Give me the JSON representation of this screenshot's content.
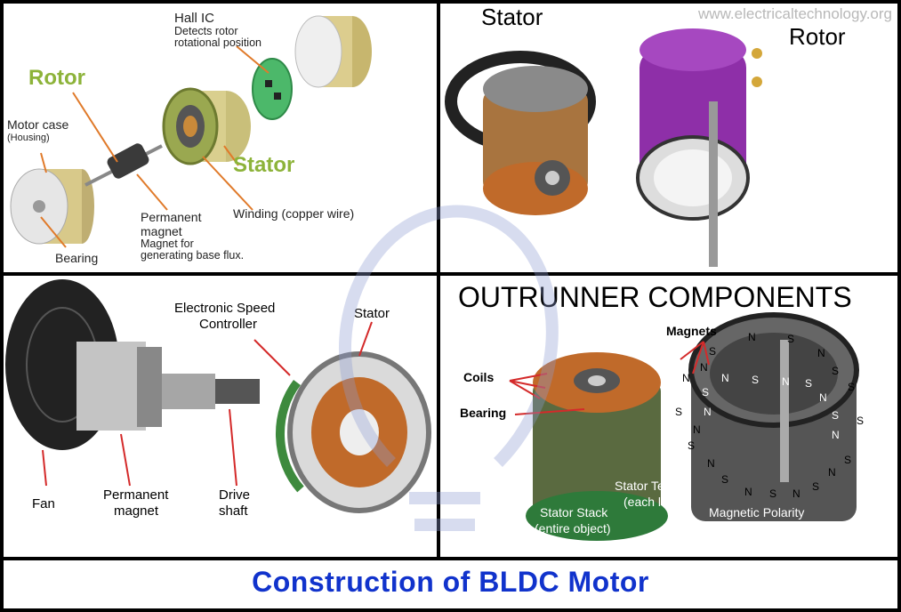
{
  "watermark": "www.electricaltechnology.org",
  "caption": "Construction of BLDC Motor",
  "panel1": {
    "hall_ic": "Hall IC",
    "hall_ic_desc_1": "Detects rotor",
    "hall_ic_desc_2": "rotational position",
    "rotor": "Rotor",
    "motor_case": "Motor case",
    "housing": "(Housing)",
    "stator": "Stator",
    "permanent_magnet_1": "Permanent",
    "permanent_magnet_2": "magnet",
    "magnet_desc_1": "Magnet for",
    "magnet_desc_2": "generating base flux.",
    "winding": "Winding (copper wire)",
    "bearing": "Bearing"
  },
  "panel2": {
    "stator": "Stator",
    "rotor": "Rotor"
  },
  "panel3": {
    "esc_1": "Electronic Speed",
    "esc_2": "Controller",
    "stator": "Stator",
    "fan": "Fan",
    "permanent_magnet_1": "Permanent",
    "permanent_magnet_2": "magnet",
    "drive_shaft_1": "Drive",
    "drive_shaft_2": "shaft"
  },
  "panel4": {
    "title": "OUTRUNNER COMPONENTS",
    "magnets": "Magnets",
    "coils": "Coils",
    "bearing": "Bearing",
    "stator_teeth_1": "Stator Teeth",
    "stator_teeth_2": "(each lobe)",
    "stator_stack_1": "Stator Stack",
    "stator_stack_2": "(entire object)",
    "magnetic_polarity": "Magnetic Polarity",
    "pole_n": "N",
    "pole_s": "S"
  },
  "colors": {
    "caption": "#1133cc",
    "green_label": "#8db33a",
    "arrow_red": "#d42a2a",
    "arrow_orange": "#e07a2a",
    "rotor_purple": "#8e2fa8",
    "copper": "#c06a2a"
  }
}
